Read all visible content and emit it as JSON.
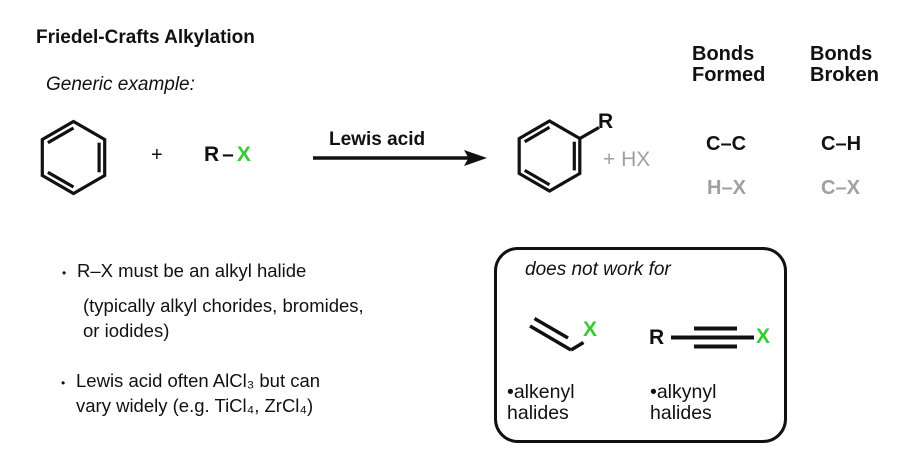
{
  "title": "Friedel-Crafts Alkylation",
  "subtitle": "Generic example:",
  "colors": {
    "accent_green": "#33cc33",
    "muted_gray": "#a0a0a0",
    "ink": "#111111"
  },
  "reaction": {
    "plus": "+",
    "reagent_r": "R",
    "reagent_dash": "–",
    "reagent_x": "X",
    "condition": "Lewis acid",
    "product_substituent": "R",
    "byproduct": "+ HX"
  },
  "bonds": {
    "formed_header": "Bonds Formed",
    "broken_header": "Bonds Broken",
    "formed_main": "C–C",
    "formed_muted": "H–X",
    "broken_main": "C–H",
    "broken_muted": "C–X"
  },
  "notes": {
    "bullet": "•",
    "note1_line1": "R–X must be an alkyl halide",
    "note1_line2": "(typically alkyl chorides, bromides,",
    "note1_line3": "or iodides)",
    "note2_line1": "Lewis acid often AlCl₃ but can",
    "note2_line2": "vary widely (e.g. TiCl₄, ZrCl₄)"
  },
  "exclusion_box": {
    "heading": "does not work for",
    "vinyl_x": "X",
    "alkyne_r": "R",
    "alkyne_x": "X",
    "alkenyl_line1": "•alkenyl",
    "alkenyl_line2": "halides",
    "alkynyl_line1": "•alkynyl",
    "alkynyl_line2": "halides"
  }
}
